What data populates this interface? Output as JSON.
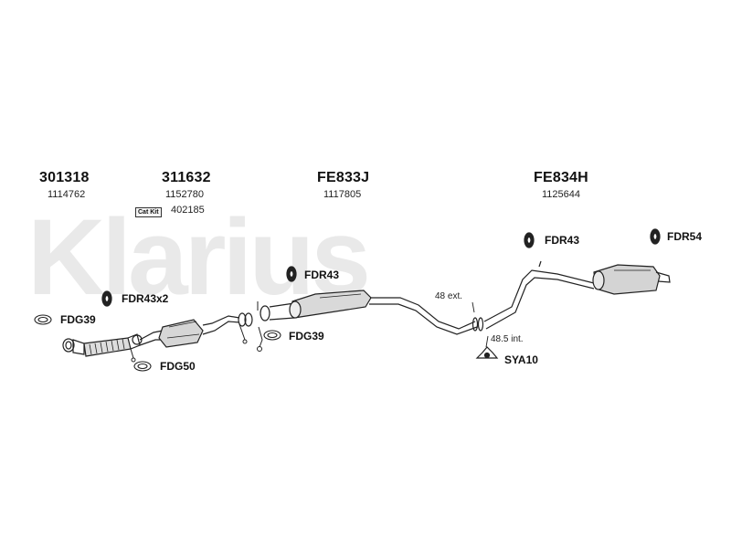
{
  "watermark": {
    "text": "Klarius"
  },
  "parts": [
    {
      "id": "p1",
      "part_number": "301318",
      "ref": "1114762"
    },
    {
      "id": "p2",
      "part_number": "311632",
      "ref": "1152780",
      "cat_kit_label": "Cat Kit",
      "cat_kit_ref": "402185"
    },
    {
      "id": "p3",
      "part_number": "FE833J",
      "ref": "1117805"
    },
    {
      "id": "p4",
      "part_number": "FE834H",
      "ref": "1125644"
    }
  ],
  "fittings": {
    "fdr43x2": "FDR43x2",
    "fdg39_left": "FDG39",
    "fdg50": "FDG50",
    "fdr43_mid": "FDR43",
    "fdg39_mid": "FDG39",
    "fdr43_right": "FDR43",
    "fdr54": "FDR54",
    "sya10": "SYA10"
  },
  "dimensions": {
    "ext": "48 ext.",
    "int": "48.5 int."
  },
  "colors": {
    "watermark": "#e9e9e9",
    "line": "#222222"
  }
}
